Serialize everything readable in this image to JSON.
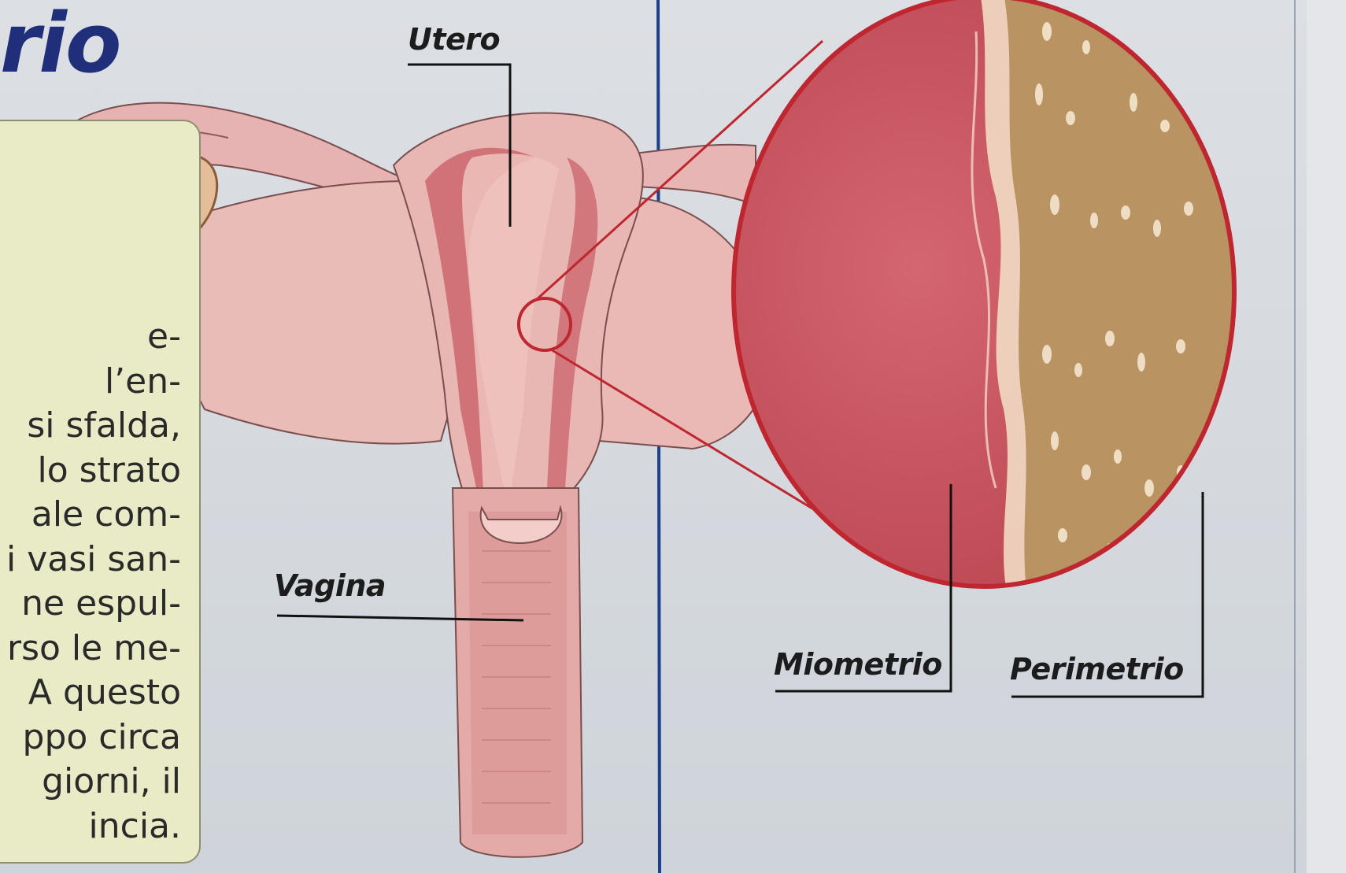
{
  "heading": {
    "title": "rio"
  },
  "paragraph": {
    "lines": [
      "e-",
      "l’en-",
      "si sfalda,",
      "lo strato",
      "ale com-",
      "i vasi san-",
      "ne espul-",
      "rso le me-",
      "A questo",
      "ppo circa",
      "giorni, il",
      "incia."
    ]
  },
  "labels": {
    "utero": "Utero",
    "vagina": "Vagina",
    "miometrio": "Miometrio",
    "perimetrio": "Perimetrio"
  },
  "colors": {
    "title_blue": "#1f2f7a",
    "paper": "#d7dbe0",
    "textbox": "#e9ebc6",
    "tissue_pink": "#e9b6b3",
    "muscle_red": "#c9545c",
    "perimetrium_tan": "#b99462"
  }
}
